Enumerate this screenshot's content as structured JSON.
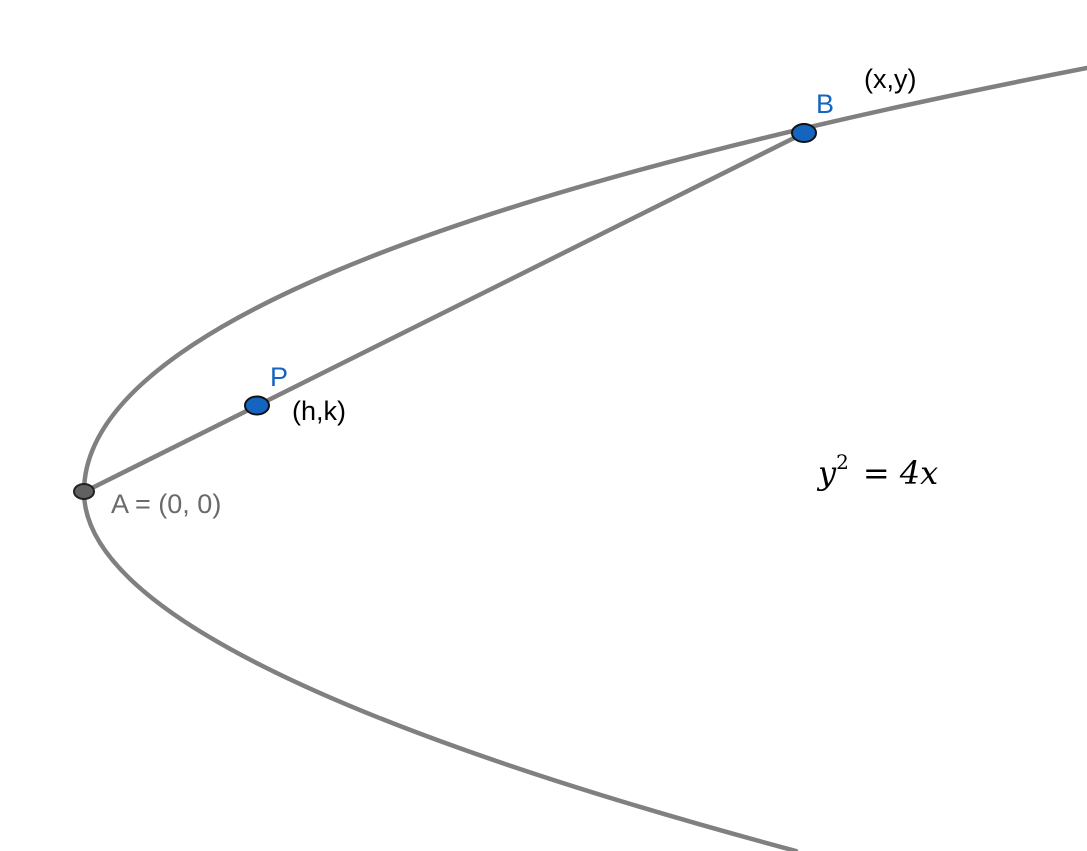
{
  "diagram": {
    "curve_equation": {
      "base": "y",
      "exponent": "2",
      "rhs": "= 4x"
    },
    "points": {
      "A": {
        "name": "A",
        "label": "A = (0, 0)"
      },
      "B": {
        "name": "B",
        "coord_label": "(x,y)"
      },
      "P": {
        "name": "P",
        "coord_label": "(h,k)"
      }
    },
    "colors": {
      "curve": "#808080",
      "segment": "#808080",
      "moving_point": "#1565c0",
      "fixed_point": "#616161",
      "point_label_blue": "#1565c0",
      "label_gray": "#6a6a6a",
      "label_black": "#000000"
    }
  }
}
